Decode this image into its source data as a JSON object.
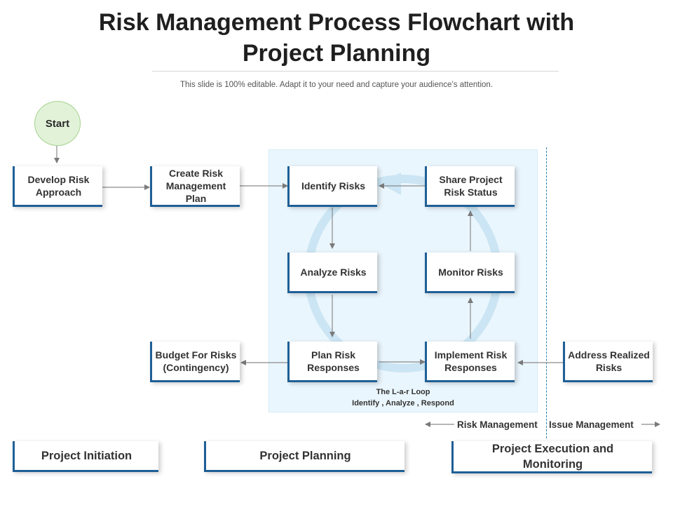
{
  "header": {
    "title_line1": "Risk Management Process Flowchart with",
    "title_line2": "Project Planning",
    "subtitle": "This slide is 100% editable. Adapt it to your need and capture your audience’s attention."
  },
  "nodes": {
    "start": "Start",
    "develop_risk_approach": "Develop Risk Approach",
    "create_plan": "Create Risk Management Plan",
    "identify": "Identify Risks",
    "share_status": "Share Project Risk Status",
    "analyze": "Analyze Risks",
    "monitor": "Monitor Risks",
    "budget": "Budget For Risks (Contingency)",
    "plan_responses": "Plan Risk Responses",
    "implement": "Implement Risk Responses",
    "address": "Address Realized Risks"
  },
  "loop": {
    "line1": "The L-a-r  Loop",
    "line2": "Identify , Analyze , Respond"
  },
  "management": {
    "risk": "Risk Management",
    "issue": "Issue Management"
  },
  "phases": {
    "initiation": "Project Initiation",
    "planning": "Project Planning",
    "execution": "Project Execution and Monitoring"
  },
  "colors": {
    "accent": "#1f5f96",
    "loop_panel": "#eaf6fd",
    "start_fill": "#e2f2d9",
    "start_border": "#a5d38d",
    "divider": "#2d7fb0"
  }
}
